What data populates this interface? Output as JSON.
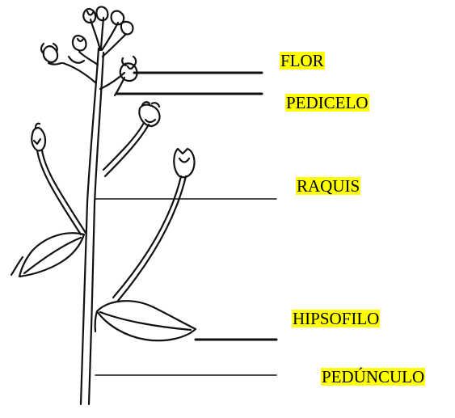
{
  "labels": {
    "flor": "FLOR",
    "pedicelo": "PEDICELO",
    "raquis": "RAQUIS",
    "hipsofilo": "HIPSOFILO",
    "pedunculo": "PEDÚNCULO"
  },
  "colors": {
    "label_highlight": "#ffff00",
    "ink": "#111111",
    "background": "#ffffff"
  }
}
